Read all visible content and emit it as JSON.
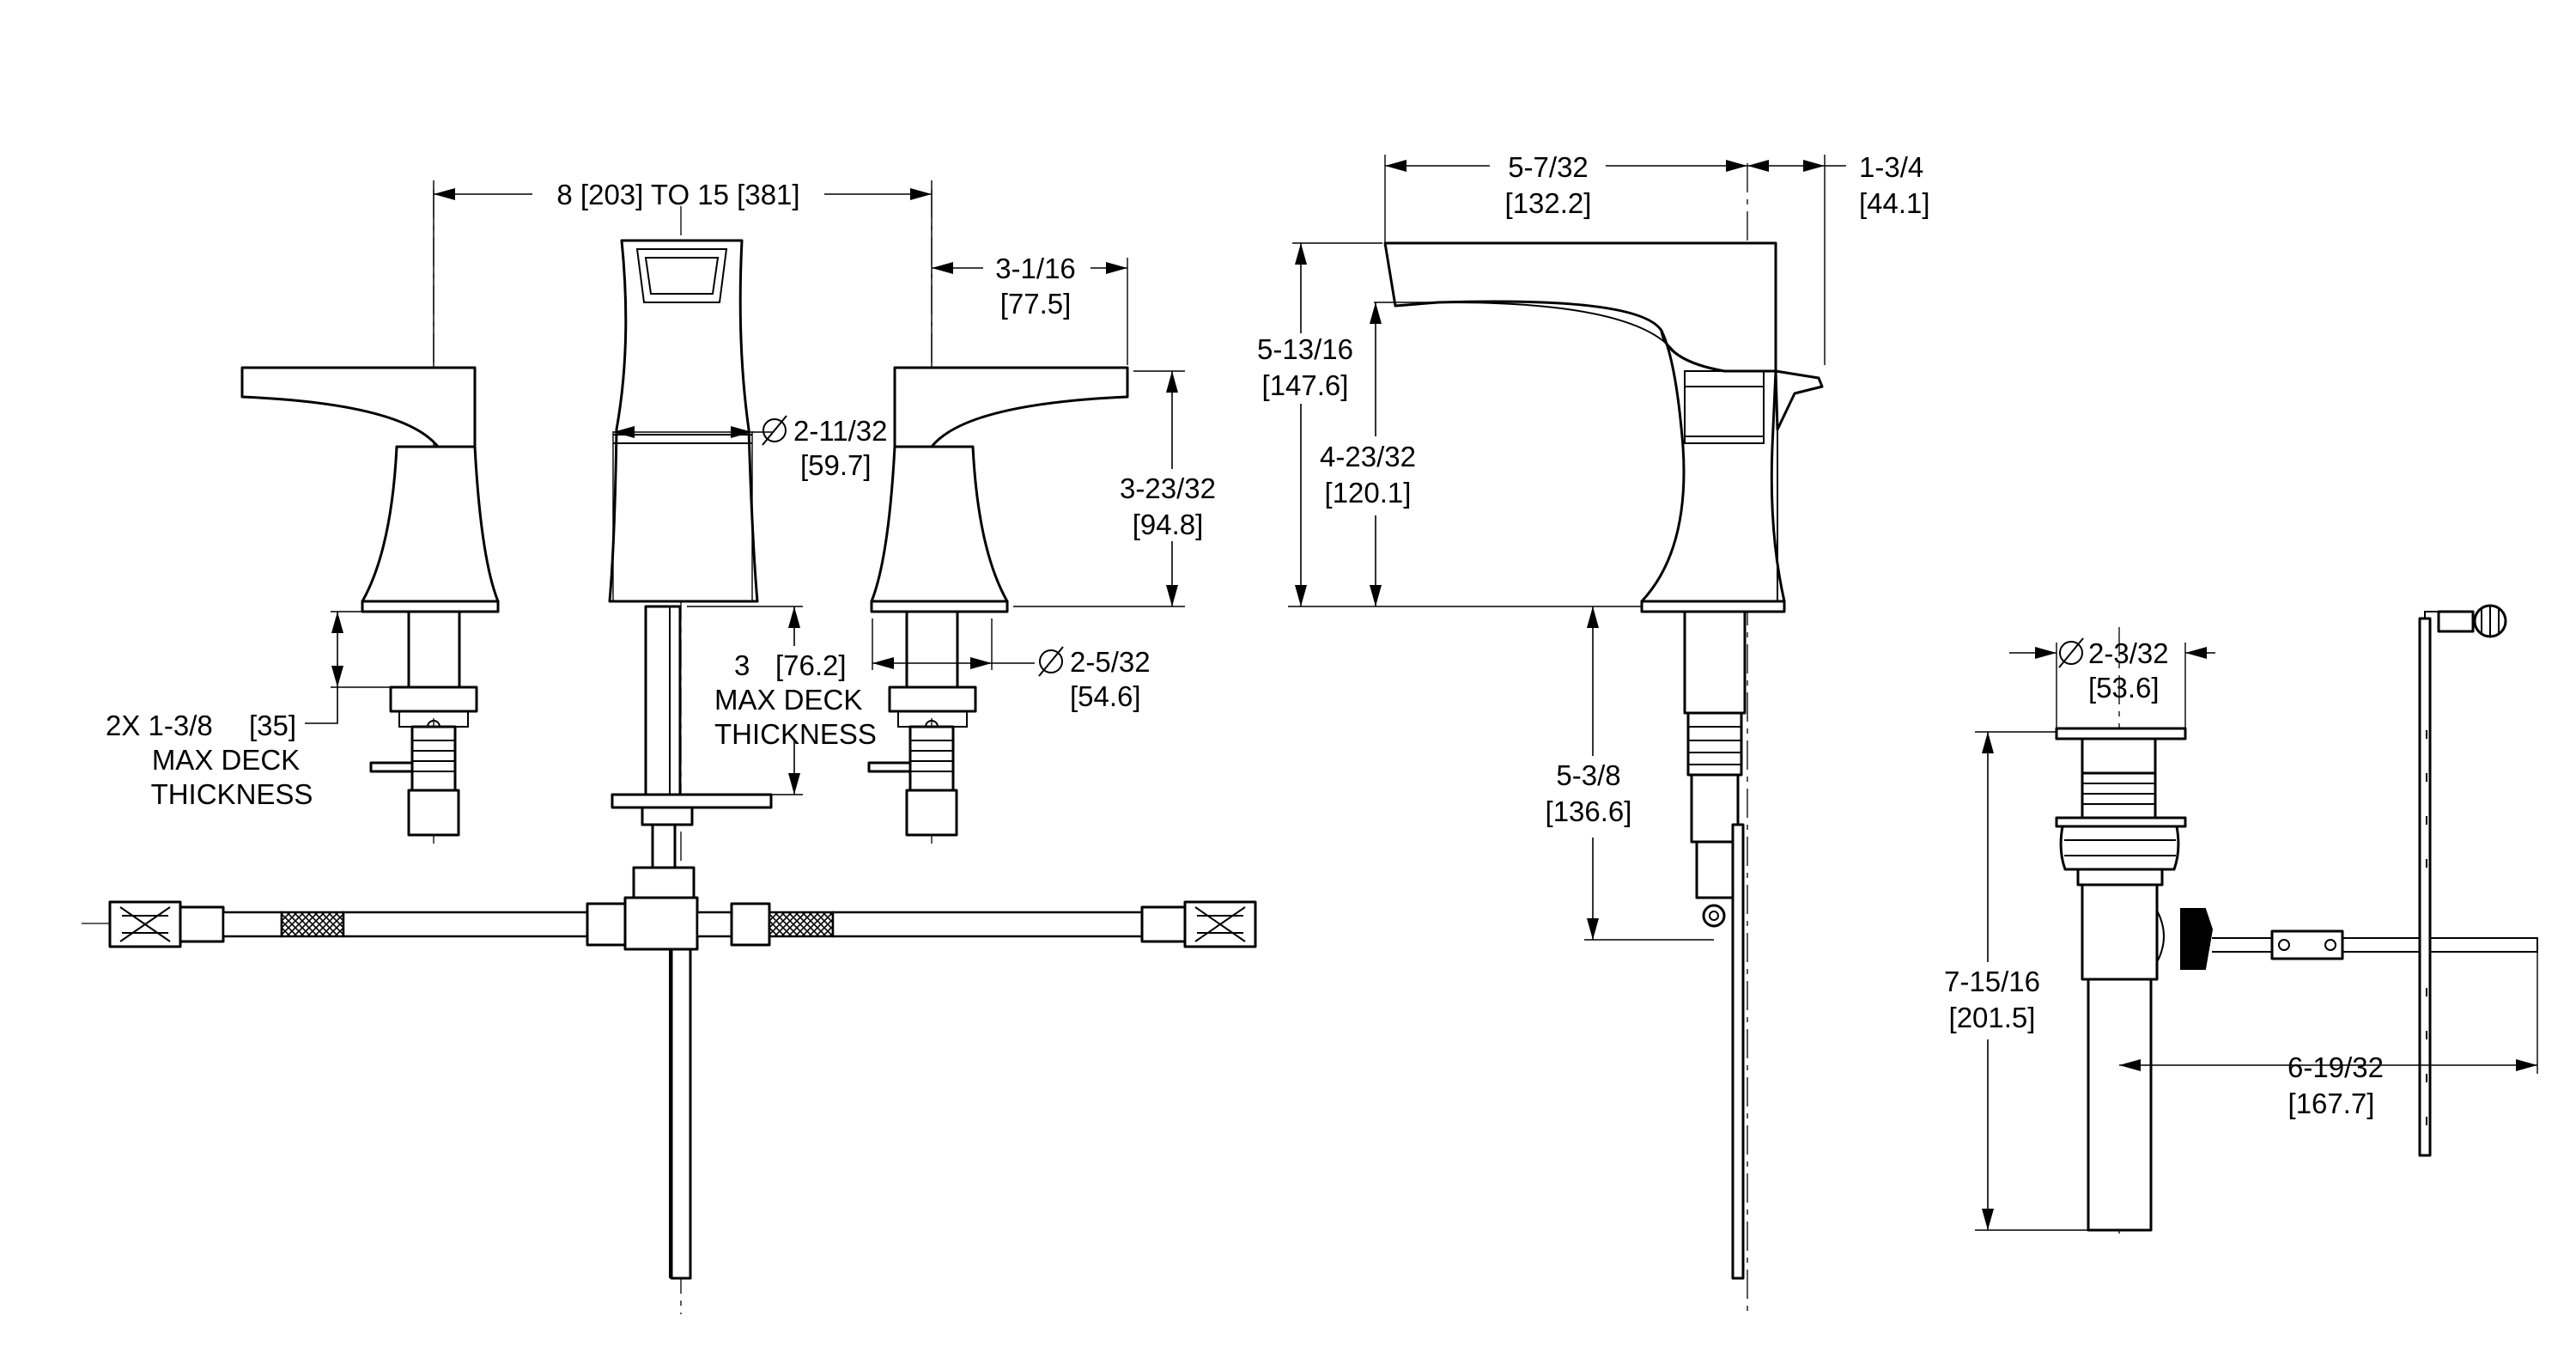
{
  "dimensions": {
    "centers": "8 [203] TO 15 [381]",
    "handle_reach": "3-1/16",
    "handle_reach_mm": "[77.5]",
    "spout_base_dia": "2-11/32",
    "spout_base_dia_mm": "[59.7]",
    "handle_height": "3-23/32",
    "handle_height_mm": "[94.8]",
    "handle_deck_note_a": "2X 1-3/8",
    "handle_deck_note_b": "[35]",
    "handle_deck_note_c": "MAX DECK",
    "handle_deck_note_d": "THICKNESS",
    "spout_deck_a": "3",
    "spout_deck_b": "[76.2]",
    "spout_deck_c": "MAX DECK",
    "spout_deck_d": "THICKNESS",
    "handle_base_dia": "2-5/32",
    "handle_base_dia_mm": "[54.6]",
    "spout_reach": "5-7/32",
    "spout_reach_mm": "[132.2]",
    "spout_rear": "1-3/4",
    "spout_rear_mm": "[44.1]",
    "spout_height": "5-13/16",
    "spout_height_mm": "[147.6]",
    "aerator_height": "4-23/32",
    "aerator_height_mm": "[120.1]",
    "shank_length": "5-3/8",
    "shank_length_mm": "[136.6]",
    "drain_flange_dia": "2-3/32",
    "drain_flange_dia_mm": "[53.6]",
    "drain_height": "7-15/16",
    "drain_height_mm": "[201.5]",
    "drain_rod": "6-19/32",
    "drain_rod_mm": "[167.7]"
  }
}
